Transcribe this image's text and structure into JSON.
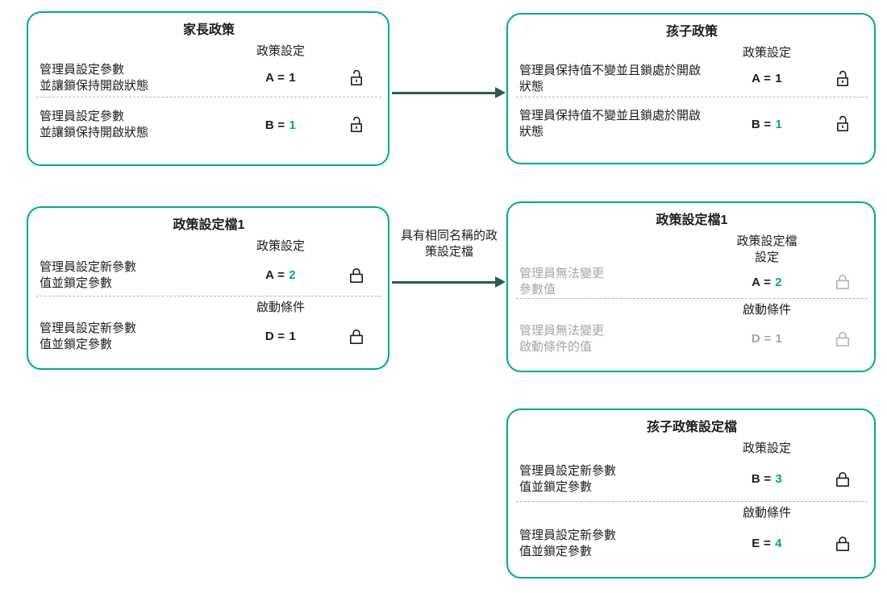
{
  "colors": {
    "accent_teal": "#00a88e",
    "arrow_dark": "#2e5a52",
    "text_primary": "#1d1d1b",
    "text_muted": "#a5a5a5",
    "divider_gray": "#b5b5b5"
  },
  "boxes": {
    "parent_policy": {
      "title": "家長政策",
      "sections": [
        {
          "header": "政策設定",
          "desc": "管理員設定參數\n並讓鎖保持開啟狀態",
          "param": "A =",
          "value": "1",
          "value_accent": false,
          "lock": "unlocked"
        },
        {
          "header": "",
          "desc": "管理員設定參數\n並讓鎖保持開啟狀態",
          "param": "B =",
          "value": "1",
          "value_accent": true,
          "lock": "unlocked"
        }
      ]
    },
    "child_policy": {
      "title": "孩子政策",
      "sections": [
        {
          "header": "政策設定",
          "desc": "管理員保持值不變並且鎖處於開啟\n狀態",
          "param": "A =",
          "value": "1",
          "value_accent": false,
          "lock": "unlocked"
        },
        {
          "header": "",
          "desc": "管理員保持值不變並且鎖處於開啟\n狀態",
          "param": "B =",
          "value": "1",
          "value_accent": true,
          "lock": "unlocked"
        }
      ]
    },
    "policy_profile": {
      "title": "政策設定檔1",
      "sections": [
        {
          "header": "政策設定",
          "desc": "管理員設定新參數\n值並鎖定參數",
          "param": "A =",
          "value": "2",
          "value_accent": true,
          "lock": "locked"
        },
        {
          "header": "啟動條件",
          "desc": "管理員設定新參數\n值並鎖定參數",
          "param": "D =",
          "value": "1",
          "value_accent": false,
          "lock": "locked"
        }
      ]
    },
    "inherited_profile": {
      "title": "政策設定檔1",
      "sections": [
        {
          "header": "政策設定檔\n設定",
          "desc": "管理員無法變更\n參數值",
          "param": "A =",
          "value": "2",
          "value_accent": true,
          "muted": true,
          "lock": "locked"
        },
        {
          "header": "啟動條件",
          "desc": "管理員無法變更\n啟動條件的值",
          "param": "D =",
          "value": "1",
          "value_accent": false,
          "muted": true,
          "lock": "locked"
        }
      ]
    },
    "child_profile": {
      "title": "孩子政策設定檔",
      "sections": [
        {
          "header": "政策設定",
          "desc": "管理員設定新參數\n值並鎖定參數",
          "param": "B =",
          "value": "3",
          "value_accent": true,
          "lock": "locked"
        },
        {
          "header": "啟動條件",
          "desc": "管理員設定新參數\n值並鎖定參數",
          "param": "E =",
          "value": "4",
          "value_accent": true,
          "lock": "locked"
        }
      ]
    }
  },
  "connectors": {
    "policy_arrow": {
      "label": ""
    },
    "profile_arrow": {
      "label": "具有相同名稱的政策設定檔"
    }
  }
}
